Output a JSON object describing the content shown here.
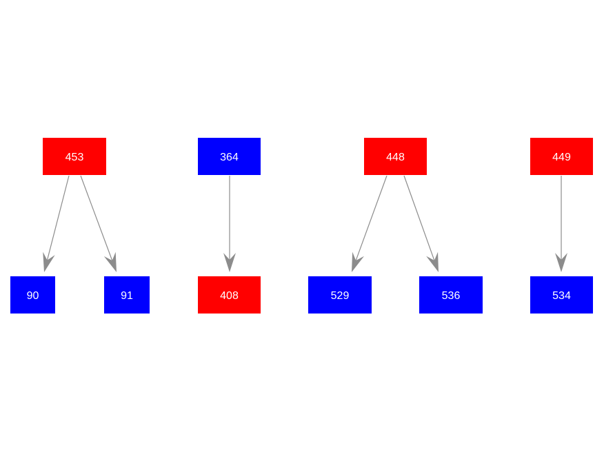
{
  "colors": {
    "red": "#ff0000",
    "blue": "#0000ff",
    "edge": "#8c8c8c"
  },
  "nodes": [
    {
      "id": "n453",
      "label": "453",
      "color": "red"
    },
    {
      "id": "n90",
      "label": "90",
      "color": "blue"
    },
    {
      "id": "n91",
      "label": "91",
      "color": "blue"
    },
    {
      "id": "n364",
      "label": "364",
      "color": "blue"
    },
    {
      "id": "n408",
      "label": "408",
      "color": "red"
    },
    {
      "id": "n448",
      "label": "448",
      "color": "red"
    },
    {
      "id": "n529",
      "label": "529",
      "color": "blue"
    },
    {
      "id": "n536",
      "label": "536",
      "color": "blue"
    },
    {
      "id": "n449",
      "label": "449",
      "color": "red"
    },
    {
      "id": "n534",
      "label": "534",
      "color": "blue"
    }
  ],
  "edges": [
    {
      "from": "n453",
      "to": "n90"
    },
    {
      "from": "n453",
      "to": "n91"
    },
    {
      "from": "n364",
      "to": "n408"
    },
    {
      "from": "n448",
      "to": "n529"
    },
    {
      "from": "n448",
      "to": "n536"
    },
    {
      "from": "n449",
      "to": "n534"
    }
  ]
}
